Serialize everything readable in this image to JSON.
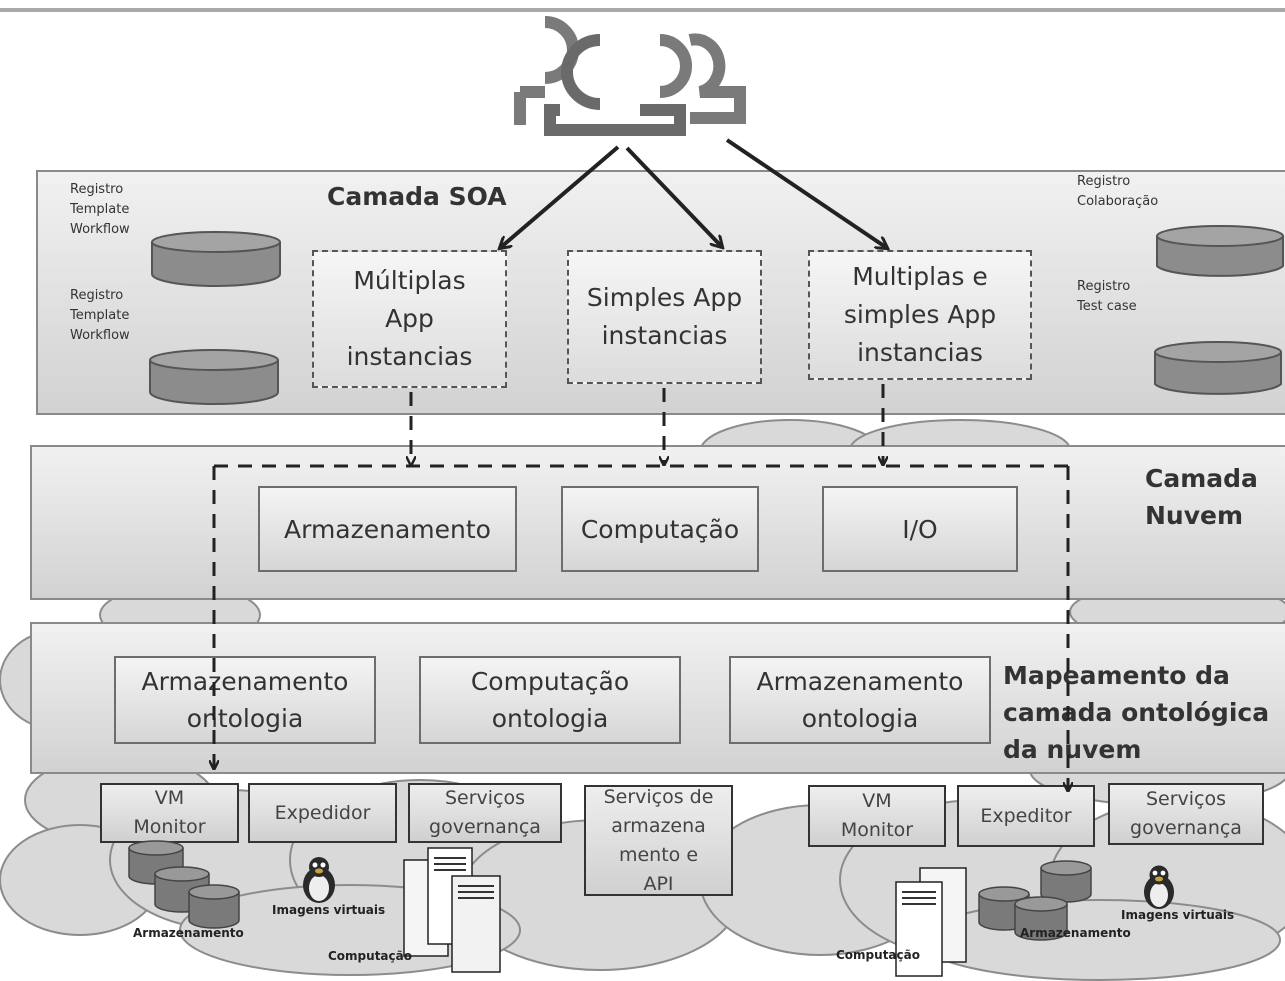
{
  "layers": {
    "soa_title": "Camada SOA",
    "cloud_title": "Camada\nNuvem",
    "mapping_title": "Mapeamento da\ncamada ontológica\nda nuvem"
  },
  "soa": {
    "left_registries": [
      "Registro\nTemplate\nWorkflow",
      "Registro\nTemplate\nWorkflow"
    ],
    "right_registries": [
      "Registro\nColaboração",
      "Registro\nTest case"
    ],
    "instances": [
      "Múltiplas\nApp\ninstancias",
      "Simples App\ninstancias",
      "Multiplas e\nsimples App\ninstancias"
    ]
  },
  "cloud_layer": {
    "boxes": [
      "Armazenamento",
      "Computação",
      "I/O"
    ]
  },
  "mapping_layer": {
    "boxes": [
      "Armazenamento\nontologia",
      "Computação\nontologia",
      "Armazenamento\nontologia"
    ]
  },
  "infrastructure": {
    "left_services": [
      "VM\nMonitor",
      "Expedidor",
      "Serviços\ngovernança",
      "Serviços de\narmazena\nmento e\nAPI"
    ],
    "right_services": [
      "VM\nMonitor",
      "Expeditor",
      "Serviços\ngovernança"
    ],
    "labels": {
      "storage_left": "Armazenamento",
      "images_left": "Imagens virtuais",
      "compute_left": "Computação",
      "compute_right": "Computação",
      "storage_right": "Armazenamento",
      "images_right": "Imagens virtuais"
    }
  },
  "icons": {
    "users": "users-group-icon",
    "database": "database-icon",
    "server": "server-icon",
    "linux": "linux-penguin-icon"
  },
  "colors": {
    "layer_fill_top": "#f1f1f1",
    "layer_fill_bottom": "#d2d2d2",
    "cloud_fill": "#d9d9d9",
    "arrow": "#222222"
  }
}
